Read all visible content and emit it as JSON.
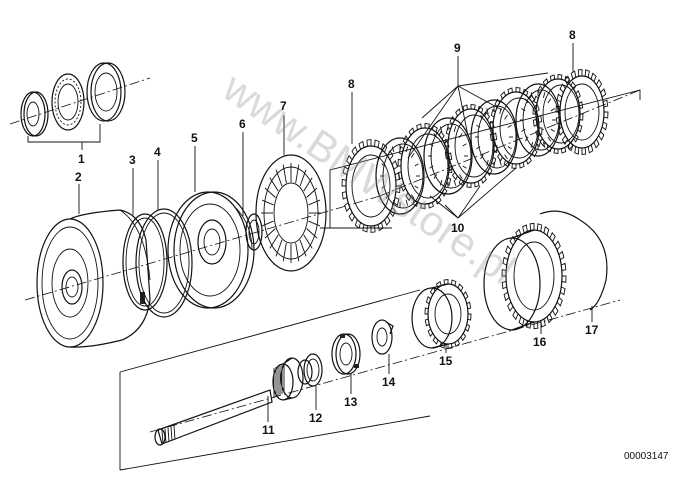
{
  "diagram": {
    "labels": {
      "p1": "1",
      "p2": "2",
      "p3": "3",
      "p4": "4",
      "p5": "5",
      "p6": "6",
      "p7": "7",
      "p8a": "8",
      "p8b": "8",
      "p9": "9",
      "p10": "10",
      "p11": "11",
      "p12": "12",
      "p13": "13",
      "p14": "14",
      "p15": "15",
      "p16": "16",
      "p17": "17"
    },
    "doc_number": "00003147",
    "watermark": "www.BMWstore.pl"
  }
}
